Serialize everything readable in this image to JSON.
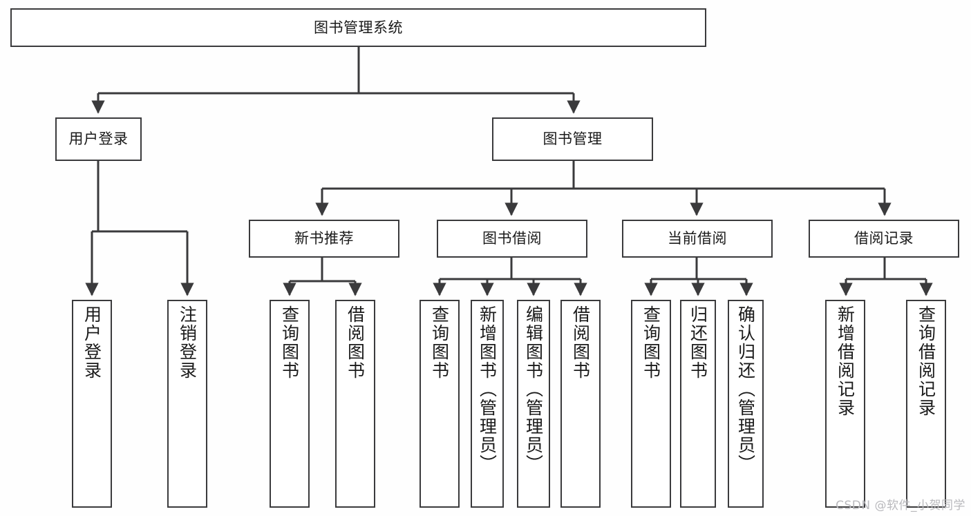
{
  "diagram": {
    "type": "tree",
    "title": "图书管理系统",
    "watermark": "CSDN @软件_小贺同学",
    "colors": {
      "background": "#fefefe",
      "node_fill": "#ffffff",
      "node_border": "#3a3a3c",
      "edge": "#3a3a3c",
      "text": "#1a1a1a",
      "watermark": "#b9b9bd"
    },
    "nodes": {
      "root": {
        "label": "图书管理系统"
      },
      "level2": [
        {
          "label": "用户登录"
        },
        {
          "label": "图书管理"
        }
      ],
      "level3": [
        {
          "label": "新书推荐"
        },
        {
          "label": "图书借阅"
        },
        {
          "label": "当前借阅"
        },
        {
          "label": "借阅记录"
        }
      ],
      "leaves": {
        "user_login": [
          {
            "label": "用户登录"
          },
          {
            "label": "注销登录"
          }
        ],
        "new_book_recommend": [
          {
            "label": "查询图书"
          },
          {
            "label": "借阅图书"
          }
        ],
        "book_borrow": [
          {
            "label": "查询图书"
          },
          {
            "label": "新增图书（管理员）"
          },
          {
            "label": "编辑图书（管理员）"
          },
          {
            "label": "借阅图书"
          }
        ],
        "current_borrow": [
          {
            "label": "查询图书"
          },
          {
            "label": "归还图书"
          },
          {
            "label": "确认归还（管理员）"
          }
        ],
        "borrow_record": [
          {
            "label": "新增借阅记录"
          },
          {
            "label": "查询借阅记录"
          }
        ]
      }
    }
  }
}
